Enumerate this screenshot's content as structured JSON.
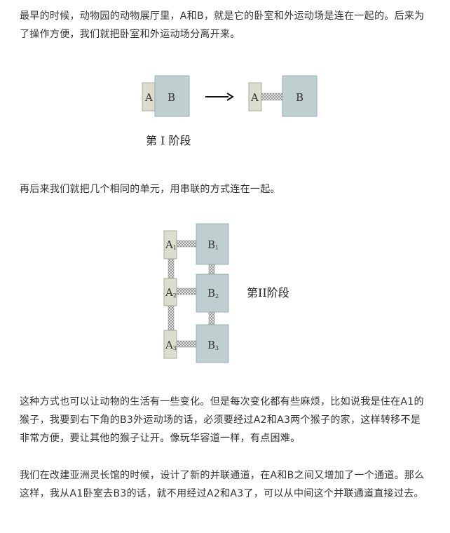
{
  "paragraphs": {
    "p1": "最早的时候，动物园的动物展厅里，A和B，就是它的卧室和外运动场是连在一起的。后来为了操作方便，我们就把卧室和外运动场分离开来。",
    "p2": "再后来我们就把几个相同的单元，用串联的方式连在一起。",
    "p3": "这种方式也可以让动物的生活有一些变化。但是每次变化都有些麻烦，比如说我是住在A1的猴子，我要到右下角的B3外运动场的话，必须要经过A2和A3两个猴子的家，这样转移不是非常方便，要让其他的猴子让开。像玩华容道一样，有点困难。",
    "p4": "我们在改建亚洲灵长馆的时候，设计了新的并联通道，在A和B之间又增加了一个通道。那么这样，我从A1卧室去B3的话，就不用经过A2和A3了，可以从中间这个并联通道直接过去。"
  },
  "figure1": {
    "left_a": "A",
    "left_b": "B",
    "right_a": "A",
    "right_b": "B",
    "arrow": "⟶",
    "caption": "第 I 阶段"
  },
  "figure2": {
    "a1": "A",
    "a1_sub": "1",
    "a2": "A",
    "a2_sub": "2",
    "a3": "A",
    "a3_sub": "3",
    "b1": "B",
    "b1_sub": "1",
    "b2": "B",
    "b2_sub": "2",
    "b3": "B",
    "b3_sub": "3",
    "caption": "第II阶段"
  }
}
